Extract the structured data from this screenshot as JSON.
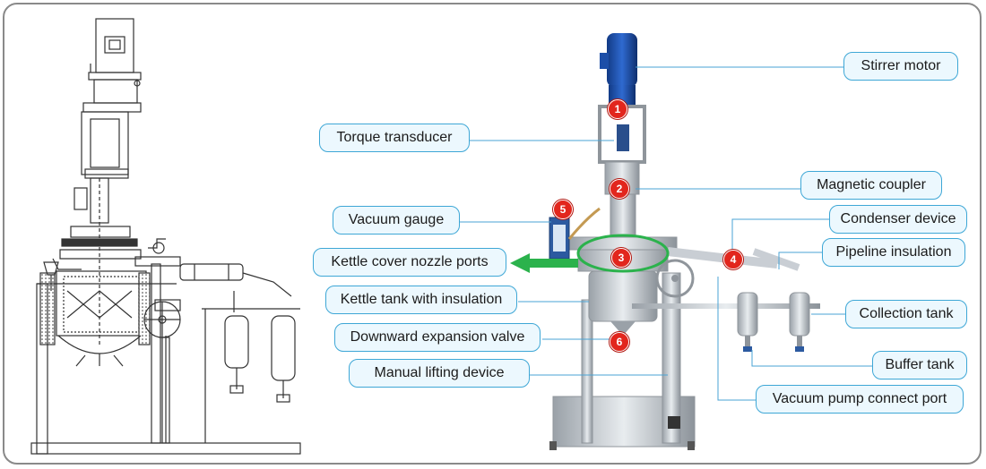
{
  "colors": {
    "callout_border": "#3ea7d6",
    "callout_fill": "#ecf8fe",
    "leader_line": "#4aa3d4",
    "badge": "#e2261d",
    "highlight_ellipse": "#2bb24c",
    "arrow": "#2bb24c",
    "motor_blue": "#1c4ea8",
    "steel": "#c9ced4"
  },
  "labels": {
    "stirrer_motor": "Stirrer motor",
    "torque_transducer": "Torque transducer",
    "magnetic_coupler": "Magnetic coupler",
    "vacuum_gauge": "Vacuum gauge",
    "condenser_device": "Condenser device",
    "kettle_cover_nozzle_ports": "Kettle cover nozzle ports",
    "pipeline_insulation": "Pipeline insulation",
    "kettle_tank_with_insulation": "Kettle tank with insulation",
    "collection_tank": "Collection tank",
    "downward_expansion_valve": "Downward expansion valve",
    "buffer_tank": "Buffer tank",
    "manual_lifting_device": "Manual lifting device",
    "vacuum_pump_connect_port": "Vacuum pump connect port"
  },
  "badges": [
    "1",
    "2",
    "3",
    "4",
    "5",
    "6"
  ],
  "icons": {
    "left_drawing": "technical-line-drawing",
    "right_photo": "reactor-photo-illustration",
    "arrow": "green-left-arrow"
  }
}
